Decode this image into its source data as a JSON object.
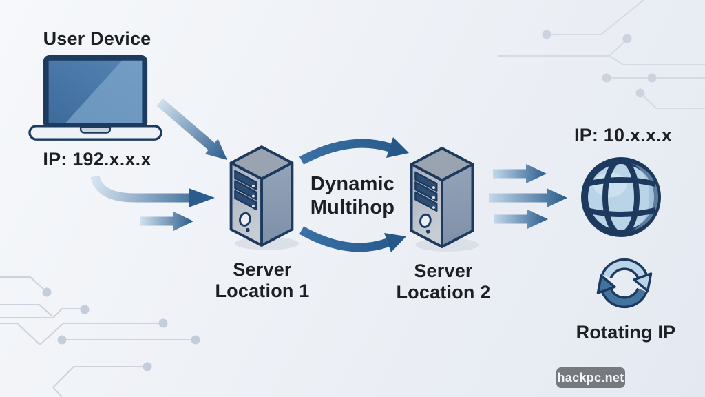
{
  "diagram": {
    "user_device": {
      "title": "User Device",
      "ip": "IP: 192.x.x.x"
    },
    "server_1": {
      "line1": "Server",
      "line2": "Location 1"
    },
    "multihop": {
      "line1": "Dynamic",
      "line2": "Multihop"
    },
    "server_2": {
      "line1": "Server",
      "line2": "Location 2"
    },
    "exit_node": {
      "ip": "IP: 10.x.x.x",
      "label": "Rotating IP"
    }
  },
  "watermark": {
    "text": "hackpc.net"
  },
  "icons": {
    "laptop": "laptop-icon",
    "server_1": "server-tower-icon",
    "server_2": "server-tower-icon",
    "globe": "globe-icon",
    "rotating": "rotating-arrows-icon"
  },
  "colors": {
    "background": "#eef1f6",
    "text": "#1d2023",
    "outline_navy": "#1d3a5e",
    "arrow_dark": "#2b5c8c",
    "arrow_light": "#cfe0ee",
    "arc_blue": "#3a70a5",
    "screen_blue": "#4a77a8",
    "globe_fill": "#b9d3e7",
    "server_face_light": "#c0c6cf",
    "server_face_dark": "#8598af",
    "trace_gray": "#d3d9e2",
    "watermark_bg": "#62666b"
  }
}
